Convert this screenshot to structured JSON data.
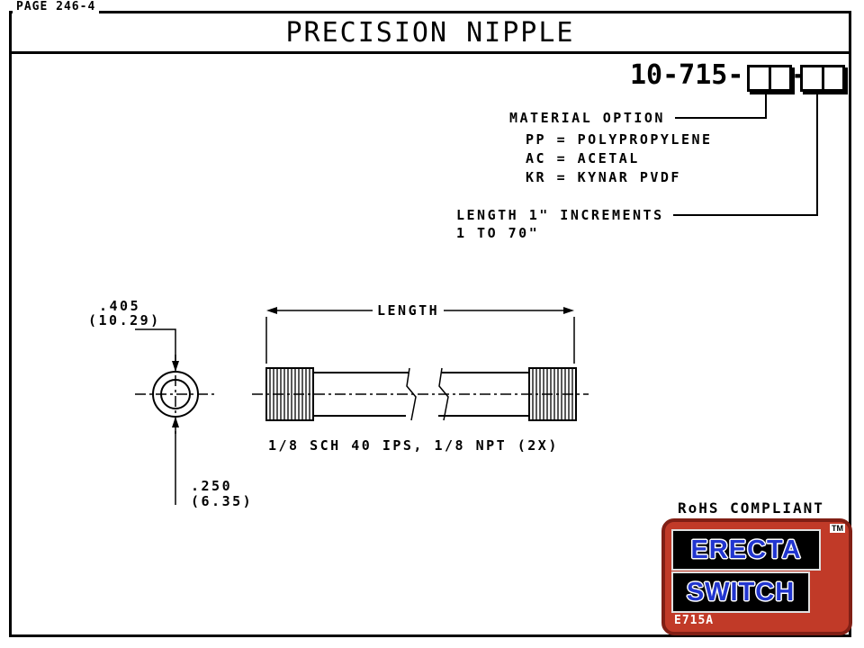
{
  "page": {
    "label": "PAGE 246-4",
    "title": "PRECISION NIPPLE"
  },
  "part_number": {
    "prefix": "10-715-",
    "separator": "-"
  },
  "callouts": {
    "material": {
      "label": "MATERIAL OPTION",
      "options": [
        "PP = POLYPROPYLENE",
        "AC = ACETAL",
        "KR = KYNAR PVDF"
      ]
    },
    "length": {
      "line1": "LENGTH 1\" INCREMENTS",
      "line2": "1 TO 70\""
    }
  },
  "drawing": {
    "length_label": "LENGTH",
    "end_view": {
      "outer_dia_in": ".405",
      "outer_dia_mm": "(10.29)",
      "inner_dia_in": ".250",
      "inner_dia_mm": "(6.35)"
    },
    "thread_note": "1/8 SCH 40 IPS, 1/8 NPT (2X)"
  },
  "footer": {
    "rohs": "RoHS COMPLIANT",
    "logo": {
      "line1": "ERECTA",
      "line2": "SWITCH",
      "tm": "TM",
      "code": "E715A"
    }
  },
  "colors": {
    "logo_red": "#c13a28",
    "logo_border": "#801f15",
    "logo_blue": "#2135cf",
    "ink": "#000000"
  }
}
